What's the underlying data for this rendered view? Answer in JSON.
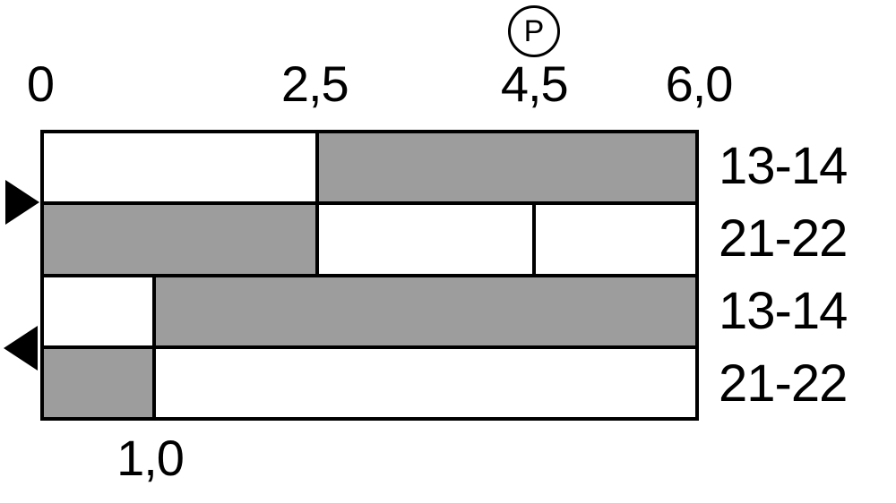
{
  "p_symbol": "P",
  "colors": {
    "segment_gray": "#9d9d9d",
    "line_black": "#000000",
    "background": "#ffffff"
  },
  "chart_data": {
    "type": "contact-travel-bar-diagram",
    "title": "",
    "x_axis": {
      "min": 0,
      "max": 6.0,
      "top_ticks": [
        {
          "value": 0,
          "label": "0"
        },
        {
          "value": 2.5,
          "label": "2,5"
        },
        {
          "value": 4.5,
          "label": "4,5"
        },
        {
          "value": 6.0,
          "label": "6,0"
        }
      ],
      "bottom_ticks": [
        {
          "value": 1.0,
          "label": "1,0"
        }
      ],
      "p_symbol_at": 4.5
    },
    "rows": [
      {
        "label": "13-14",
        "segments": [
          {
            "from": 0,
            "to": 2.5,
            "fill": "white"
          },
          {
            "from": 2.5,
            "to": 6.0,
            "fill": "gray"
          }
        ]
      },
      {
        "label": "21-22",
        "segments": [
          {
            "from": 0,
            "to": 2.5,
            "fill": "gray"
          },
          {
            "from": 2.5,
            "to": 4.5,
            "fill": "white"
          },
          {
            "from": 4.5,
            "to": 6.0,
            "fill": "white"
          }
        ]
      },
      {
        "label": "13-14",
        "segments": [
          {
            "from": 0,
            "to": 1.0,
            "fill": "white"
          },
          {
            "from": 1.0,
            "to": 6.0,
            "fill": "gray"
          }
        ]
      },
      {
        "label": "21-22",
        "segments": [
          {
            "from": 0,
            "to": 1.0,
            "fill": "gray"
          },
          {
            "from": 1.0,
            "to": 6.0,
            "fill": "white"
          }
        ]
      }
    ],
    "markers": [
      {
        "type": "arrow-right",
        "between_rows": [
          0,
          1
        ]
      },
      {
        "type": "arrow-left",
        "between_rows": [
          2,
          3
        ]
      }
    ]
  }
}
